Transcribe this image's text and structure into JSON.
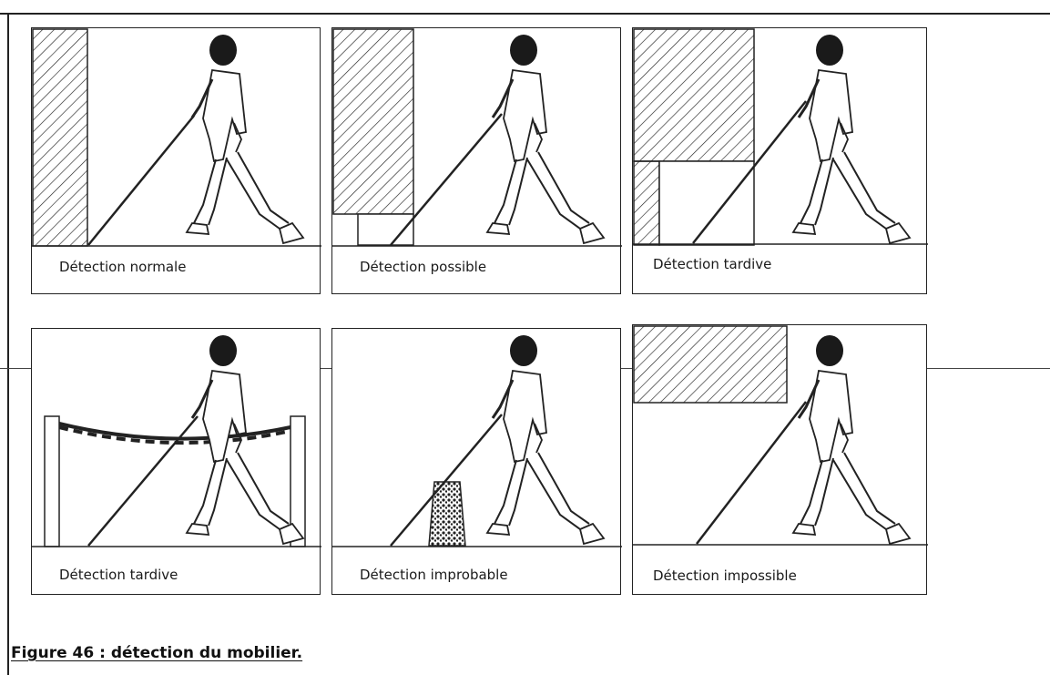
{
  "figure": {
    "title": "Figure 46 : détection du mobilier."
  },
  "panels": [
    {
      "caption": "Détection normale",
      "obstacle": "wall-full-height"
    },
    {
      "caption": "Détection possible",
      "obstacle": "wall-with-low-step"
    },
    {
      "caption": "Détection tardive",
      "obstacle": "wall-with-high-step"
    },
    {
      "caption": "Détection tardive",
      "obstacle": "chain-barrier-between-posts"
    },
    {
      "caption": "Détection improbable",
      "obstacle": "low-small-bollard"
    },
    {
      "caption": "Détection impossible",
      "obstacle": "overhead-protrusion"
    }
  ]
}
